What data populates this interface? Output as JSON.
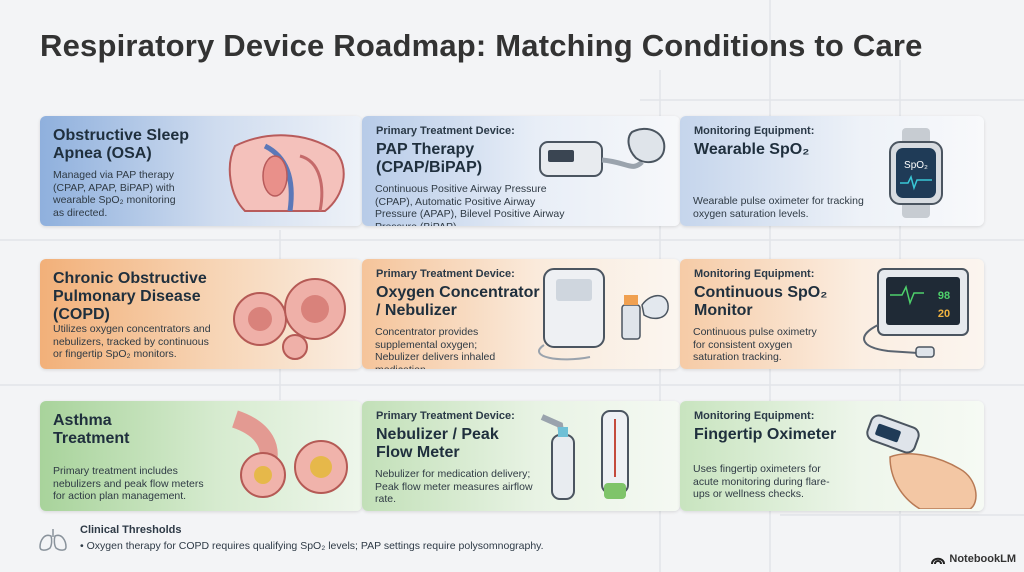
{
  "title": "Respiratory Device Roadmap: Matching Conditions to Care",
  "rows": [
    {
      "condition": {
        "title": "Obstructive Sleep Apnea (OSA)",
        "desc": "Managed via PAP therapy (CPAP, APAP, BiPAP) with wearable SpO₂ monitoring as directed."
      },
      "treatment": {
        "label": "Primary Treatment Device:",
        "name": "PAP Therapy (CPAP/BiPAP)",
        "desc": "Continuous Positive Airway Pressure (CPAP), Automatic Positive Airway Pressure (APAP), Bilevel Positive Airway Pressure (BiPAP)."
      },
      "monitoring": {
        "label": "Monitoring Equipment:",
        "name": "Wearable SpO₂",
        "desc": "Wearable pulse oximeter for tracking oxygen saturation levels."
      }
    },
    {
      "condition": {
        "title": "Chronic Obstructive Pulmonary Disease (COPD)",
        "desc": "Utilizes oxygen concentrators and nebulizers, tracked by continuous or fingertip SpO₂ monitors."
      },
      "treatment": {
        "label": "Primary Treatment Device:",
        "name": "Oxygen Concentrator / Nebulizer",
        "desc": "Concentrator provides supplemental oxygen; Nebulizer delivers inhaled medication."
      },
      "monitoring": {
        "label": "Monitoring Equipment:",
        "name": "Continuous SpO₂ Monitor",
        "desc": "Continuous pulse oximetry for consistent oxygen saturation tracking."
      }
    },
    {
      "condition": {
        "title": "Asthma Treatment",
        "desc": "Primary treatment includes nebulizers and peak flow meters for action plan management."
      },
      "treatment": {
        "label": "Primary Treatment Device:",
        "name": "Nebulizer / Peak Flow Meter",
        "desc": "Nebulizer for medication delivery; Peak flow meter measures airflow rate."
      },
      "monitoring": {
        "label": "Monitoring Equipment:",
        "name": "Fingertip Oximeter",
        "desc": "Uses fingertip oximeters for acute monitoring during flare-ups or wellness checks."
      }
    }
  ],
  "watch_screen": "SpO₂",
  "monitor_readouts": [
    "98",
    "20"
  ],
  "footer": {
    "title": "Clinical Thresholds",
    "bullet": "• Oxygen therapy for COPD requires qualifying SpO₂ levels; PAP settings require polysomnography."
  },
  "brand": "NotebookLM",
  "colors": {
    "blue_row": "#8fb0dd",
    "orange_row": "#f2b079",
    "green_row": "#a8d39b",
    "title_text": "#333333"
  },
  "icons": [
    "lungs-icon",
    "notebooklm-logo-icon"
  ]
}
